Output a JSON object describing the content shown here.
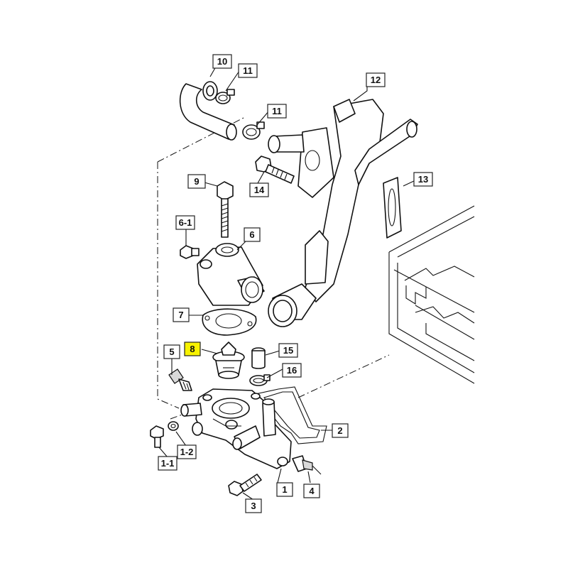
{
  "callouts": [
    {
      "id": "10",
      "text": "10",
      "highlight": false
    },
    {
      "id": "11a",
      "text": "11",
      "highlight": false
    },
    {
      "id": "11b",
      "text": "11",
      "highlight": false
    },
    {
      "id": "12",
      "text": "12",
      "highlight": false
    },
    {
      "id": "13",
      "text": "13",
      "highlight": false
    },
    {
      "id": "9",
      "text": "9",
      "highlight": false
    },
    {
      "id": "14",
      "text": "14",
      "highlight": false
    },
    {
      "id": "6-1",
      "text": "6-1",
      "highlight": false
    },
    {
      "id": "6",
      "text": "6",
      "highlight": false
    },
    {
      "id": "7",
      "text": "7",
      "highlight": false
    },
    {
      "id": "8",
      "text": "8",
      "highlight": true
    },
    {
      "id": "15",
      "text": "15",
      "highlight": false
    },
    {
      "id": "5",
      "text": "5",
      "highlight": false
    },
    {
      "id": "16",
      "text": "16",
      "highlight": false
    },
    {
      "id": "2",
      "text": "2",
      "highlight": false
    },
    {
      "id": "1-2",
      "text": "1-2",
      "highlight": false
    },
    {
      "id": "1-1",
      "text": "1-1",
      "highlight": false
    },
    {
      "id": "1",
      "text": "1",
      "highlight": false
    },
    {
      "id": "4",
      "text": "4",
      "highlight": false
    },
    {
      "id": "3",
      "text": "3",
      "highlight": false
    }
  ],
  "colors": {
    "highlight": "#f7f200",
    "line": "#111111",
    "background": "#ffffff"
  }
}
